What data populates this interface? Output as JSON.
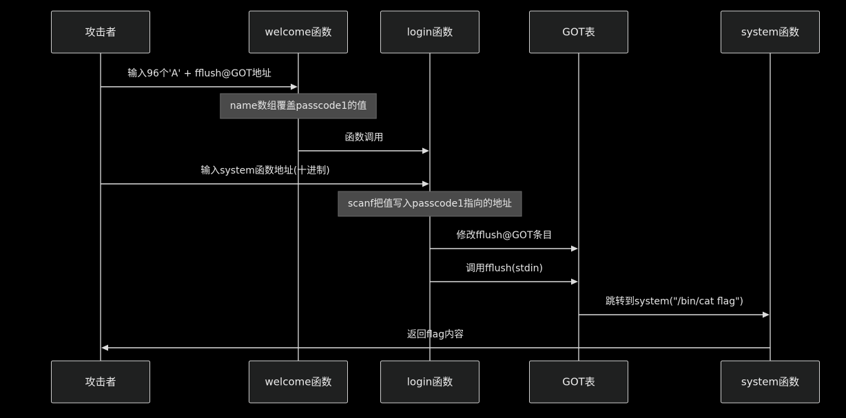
{
  "participants": [
    {
      "id": "attacker",
      "label": "攻击者"
    },
    {
      "id": "welcome",
      "label": "welcome函数"
    },
    {
      "id": "login",
      "label": "login函数"
    },
    {
      "id": "got",
      "label": "GOT表"
    },
    {
      "id": "system",
      "label": "system函数"
    }
  ],
  "messages": [
    {
      "from": "attacker",
      "to": "welcome",
      "label": "输入96个'A' + fflush@GOT地址"
    },
    {
      "from": "welcome",
      "to": "login",
      "label": "函数调用"
    },
    {
      "from": "attacker",
      "to": "login",
      "label": "输入system函数地址(十进制)"
    },
    {
      "from": "login",
      "to": "got",
      "label": "修改fflush@GOT条目"
    },
    {
      "from": "login",
      "to": "got",
      "label": "调用fflush(stdin)"
    },
    {
      "from": "got",
      "to": "system",
      "label": "跳转到system(\"/bin/cat flag\")"
    },
    {
      "from": "system",
      "to": "attacker",
      "label": "返回flag内容"
    }
  ],
  "notes": [
    {
      "over": "welcome",
      "label": "name数组覆盖passcode1的值"
    },
    {
      "over": "login",
      "label": "scanf把值写入passcode1指向的地址"
    }
  ],
  "colors": {
    "background": "#000000",
    "actor_fill": "#1f2020",
    "actor_stroke": "#cfcfcf",
    "line": "#dcdcdc",
    "note_fill": "#4a4a4a",
    "text": "#e6e6e6"
  }
}
